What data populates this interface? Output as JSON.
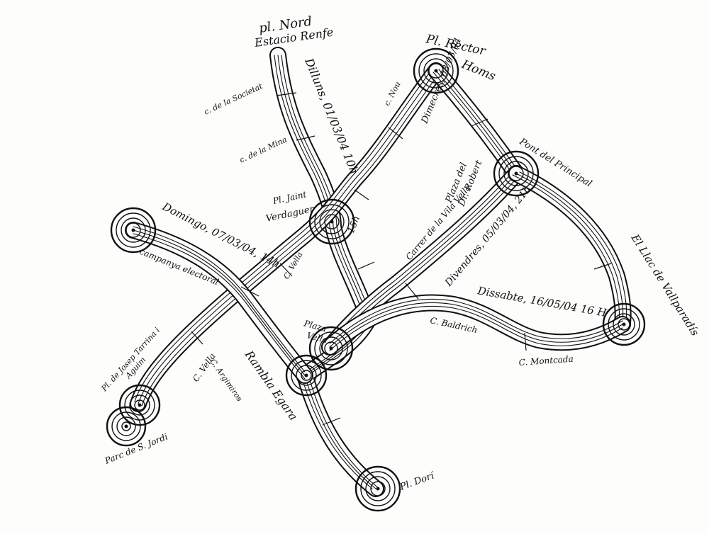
{
  "labels": {
    "pl_nord": "pl. Nord",
    "estacio_renfe": "Estacio Renfe",
    "pl_rector": "Pl. Rector",
    "homs": "Homs",
    "pont_del_principal": "Pont del Principal",
    "plaza_dr_robert_1": "Plaza del",
    "plaza_dr_robert_2": "Dr. Robert",
    "pl_joan_1": "Pl. Jaint",
    "pl_joan_2": "Verdaguer",
    "plaza_vella_1": "Plaza",
    "plaza_vella_2": "Vella",
    "pl_josep_1": "Pl. de Josep Tarrina i",
    "pl_josep_2": "Aguim",
    "parc_sant_jordi": "Parc de S. Jordi",
    "pl_dori": "Pl. Dorí",
    "c_societat": "c. de la Societat",
    "c_mina": "c. de la Mina",
    "c_nou": "c. Nou",
    "c_vella_1": "C. Vella",
    "c_vella_2": "C. Vella",
    "c_argimiro": "C. Argimiros",
    "rambla_egara": "Rambla Egara",
    "c_baldrich": "C. Baldrich",
    "c_montcada": "C. Montcada",
    "carrer_vella": "Carrer de la Vila Vella",
    "el_llac": "El Llac de Vallparadís",
    "campanya": "campanya electoral"
  },
  "dates": {
    "dilluns": "Dilluns, 01/03/04  10h",
    "dimecres": "Dimecres, 03/03/04",
    "hora_dimecres": "15h",
    "domingo": "Domingo, 07/03/04, 14h",
    "divendres": "Divendres, 05/03/04, 21h",
    "dissabte": "Dissabte, 16/05/04  16 H"
  },
  "colors": {
    "ink": "#111111",
    "paper": "#fdfdfc"
  }
}
